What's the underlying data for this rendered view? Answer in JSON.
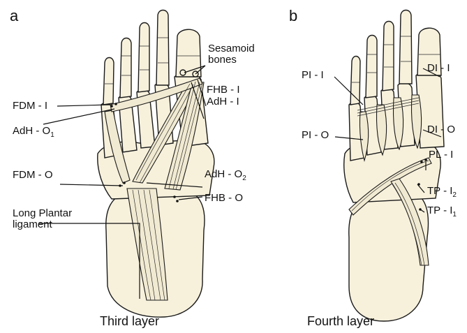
{
  "panels": [
    {
      "letter": "a",
      "caption": "Third layer",
      "labels": {
        "sesamoid": [
          "Sesamoid",
          "bones"
        ],
        "fhb_i": "FHB - I",
        "adh_i": "AdH - I",
        "fdm_i": "FDM - I",
        "adh_o1": {
          "text": "AdH - O",
          "sub": "1"
        },
        "adh_o2": {
          "text": "AdH - O",
          "sub": "2"
        },
        "fdm_o": "FDM - O",
        "fhb_o": "FHB - O",
        "lpl": [
          "Long Plantar",
          "ligament"
        ]
      }
    },
    {
      "letter": "b",
      "caption": "Fourth layer",
      "labels": {
        "pi_i": "PI - I",
        "di_i": "DI - I",
        "pi_o": "PI - O",
        "di_o": "DI - O",
        "pl_i": "PL - I",
        "tp_i2": {
          "text": "TP - I",
          "sub": "2"
        },
        "tp_i1": {
          "text": "TP - I",
          "sub": "1"
        }
      }
    }
  ],
  "colors": {
    "bone_fill": "#f7f1dc",
    "line": "#1a1a1a",
    "background": "#ffffff"
  }
}
